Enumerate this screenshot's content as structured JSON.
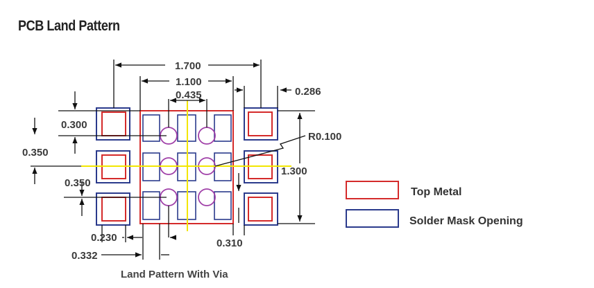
{
  "title": "PCB Land Pattern",
  "caption": "Land Pattern With Via",
  "dimensions": {
    "overall_width": "1.700",
    "inner_width": "1.100",
    "via_pitch": "0.435",
    "pad_width": "0.286",
    "pad_height": "0.300",
    "row_pitch_1": "0.350",
    "row_pitch_2": "0.350",
    "radius": "R0.100",
    "overall_height": "1.300",
    "pad_size_a": "0.230",
    "pad_size_b": "0.332",
    "gap": "0.310"
  },
  "legend": {
    "top_metal": {
      "label": "Top Metal",
      "color": "#d42a2a"
    },
    "solder_mask": {
      "label": "Solder Mask Opening",
      "color": "#2a3a8c"
    }
  },
  "colors": {
    "centerline": "#f2e600",
    "via": "#a040a8",
    "dimension_line": "#111111"
  }
}
